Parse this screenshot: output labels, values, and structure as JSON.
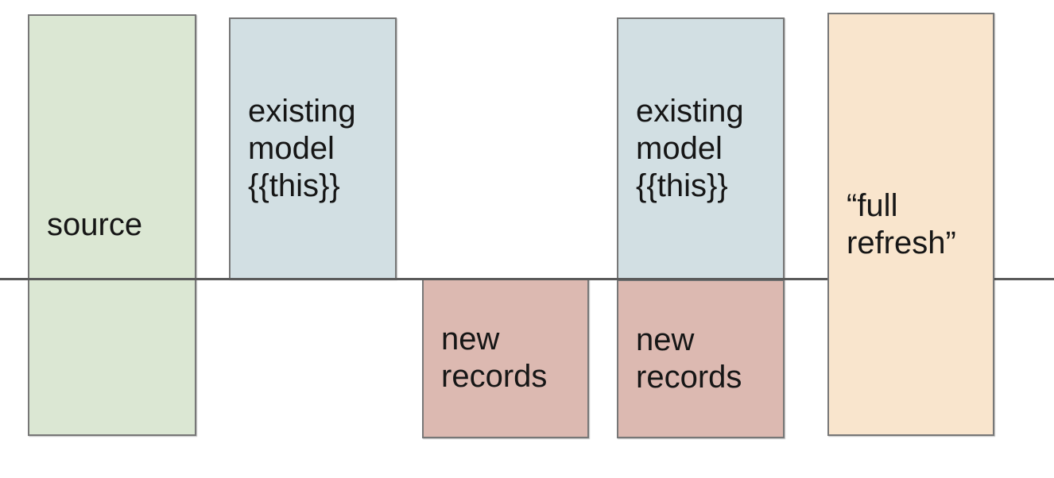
{
  "diagram": {
    "description_colors": {
      "source_fill": "#dbe7d3",
      "existing_model_fill": "#d2dfe3",
      "new_records_fill": "#dcb9b1",
      "full_refresh_fill": "#f9e5cd",
      "box_border": "#777777",
      "timeline_line": "#5a5a5a",
      "text": "#161616",
      "background": "#ffffff"
    }
  },
  "divider": {
    "name": "timeline",
    "color": "#5a5a5a",
    "css": "background-color:#5a5a5a"
  },
  "boxes": {
    "source": {
      "label": "source",
      "fill": "#dbe7d3",
      "css": "background-color:#dbe7d3"
    },
    "existing_model_1": {
      "label": "existing model {{this}}",
      "fill": "#d2dfe3",
      "css": "background-color:#d2dfe3"
    },
    "new_records_1": {
      "label": "new records",
      "fill": "#dcb9b1",
      "css": "background-color:#dcb9b1"
    },
    "existing_model_2": {
      "label": "existing model {{this}}",
      "fill": "#d2dfe3",
      "css": "background-color:#d2dfe3"
    },
    "new_records_2": {
      "label": "new records",
      "fill": "#dcb9b1",
      "css": "background-color:#dcb9b1"
    },
    "full_refresh": {
      "label": "“full refresh”",
      "fill": "#f9e5cd",
      "css": "background-color:#f9e5cd"
    }
  }
}
